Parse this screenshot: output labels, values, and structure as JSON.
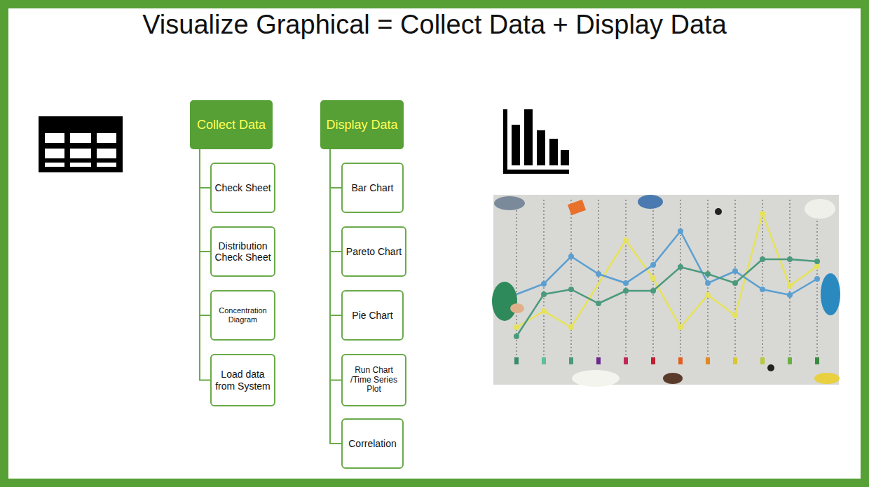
{
  "diagram": {
    "title": "Visualize Graphical = Collect Data + Display Data",
    "nodes": [
      {
        "text": [
          "Collect Data"
        ]
      },
      {
        "text": [
          "Check Sheet"
        ]
      },
      {
        "text": [
          "Distribution Check Sheet"
        ]
      },
      {
        "text": [
          "Concentration Diagram"
        ]
      },
      {
        "text": [
          "Load data from System"
        ]
      },
      {
        "text": [
          "Display Data"
        ]
      },
      {
        "text": [
          "Bar Chart"
        ]
      },
      {
        "text": [
          "Pareto Chart"
        ]
      },
      {
        "text": [
          "Pie Chart"
        ]
      },
      {
        "text": [
          "Run Chart /Time Series Plot"
        ]
      },
      {
        "text": [
          "Correlation"
        ]
      }
    ],
    "edges": [
      {
        "from": 0,
        "to": 1,
        "arrow": "none"
      },
      {
        "from": 0,
        "to": 2,
        "arrow": "none"
      },
      {
        "from": 0,
        "to": 3,
        "arrow": "none"
      },
      {
        "from": 0,
        "to": 4,
        "arrow": "none"
      },
      {
        "from": 5,
        "to": 6,
        "arrow": "none"
      },
      {
        "from": 5,
        "to": 7,
        "arrow": "none"
      },
      {
        "from": 5,
        "to": 8,
        "arrow": "none"
      },
      {
        "from": 5,
        "to": 9,
        "arrow": "none"
      },
      {
        "from": 5,
        "to": 10,
        "arrow": "none"
      }
    ]
  }
}
